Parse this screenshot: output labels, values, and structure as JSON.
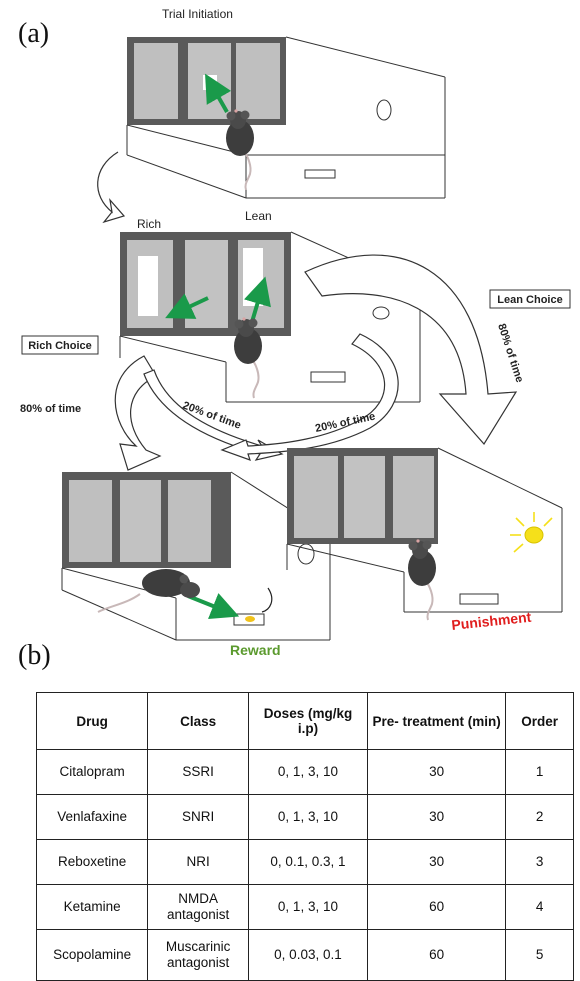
{
  "panel_a": {
    "label": "(a)",
    "trial_initiation": "Trial Initiation",
    "rich": "Rich",
    "lean": "Lean",
    "rich_choice": "Rich Choice",
    "lean_choice": "Lean Choice",
    "rich_prob": "80% of time",
    "lean_prob": "80% of time",
    "swap_left": "20% of time",
    "swap_right": "20% of time",
    "reward": "Reward",
    "punishment": "Punishment",
    "colors": {
      "arrow": "#1a9a4a",
      "reward": "#5b9a2e",
      "punishment": "#e01e1e",
      "light": "#f5e01a"
    }
  },
  "panel_b": {
    "label": "(b)",
    "headers": [
      "Drug",
      "Class",
      "Doses (mg/kg i.p)",
      "Pre- treatment (min)",
      "Order"
    ],
    "rows": [
      [
        "Citalopram",
        "SSRI",
        "0, 1, 3, 10",
        "30",
        "1"
      ],
      [
        "Venlafaxine",
        "SNRI",
        "0, 1, 3, 10",
        "30",
        "2"
      ],
      [
        "Reboxetine",
        "NRI",
        "0, 0.1, 0.3, 1",
        "30",
        "3"
      ],
      [
        "Ketamine",
        "NMDA antagonist",
        "0, 1, 3, 10",
        "60",
        "4"
      ],
      [
        "Scopolamine",
        "Muscarinic antagonist",
        "0, 0.03, 0.1",
        "60",
        "5"
      ]
    ]
  }
}
